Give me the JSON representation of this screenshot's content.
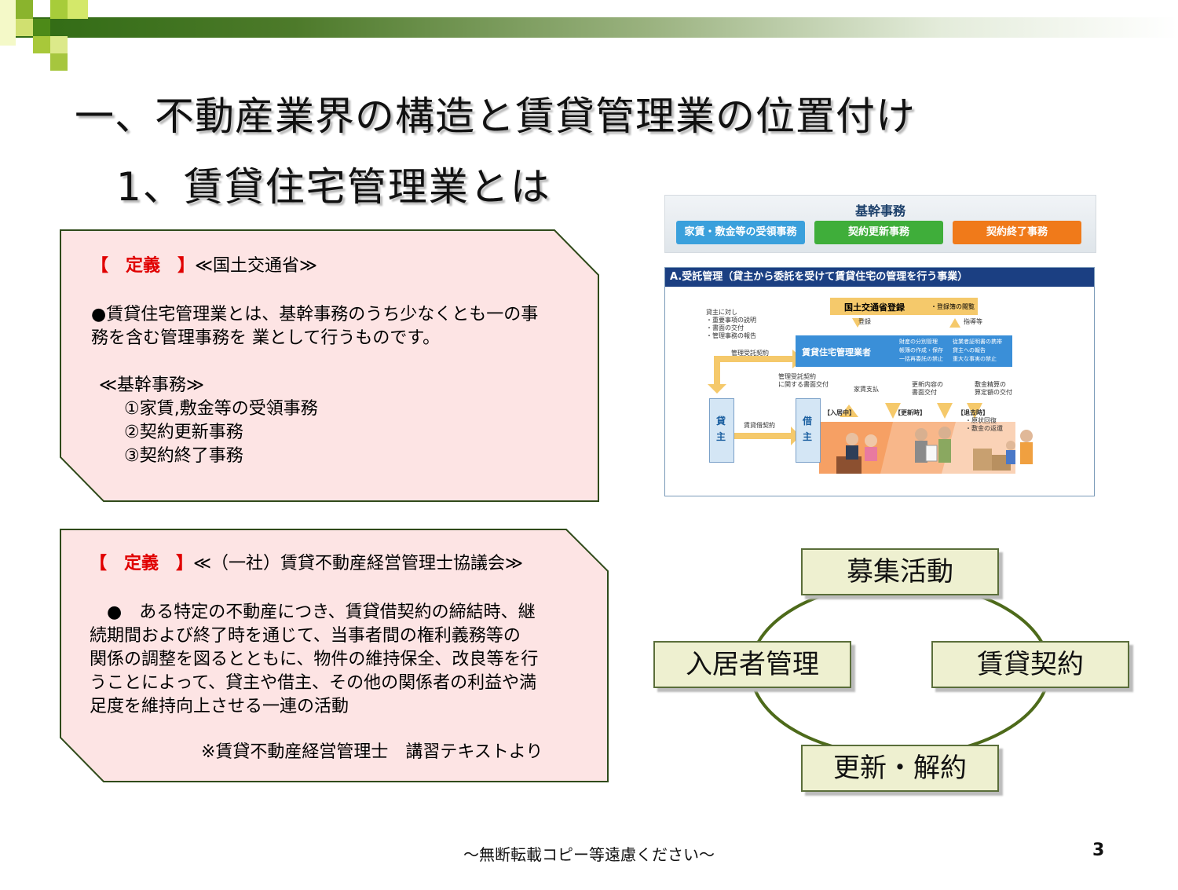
{
  "header": {
    "title": "一、不動産業界の構造と賃貸管理業の位置付け",
    "subtitle": "1、賃貸住宅管理業とは"
  },
  "definition1": {
    "tag": "【　定義　】",
    "source": "≪国土交通省≫",
    "lines": [
      "●賃貸住宅管理業とは、基幹事務のうち少なくとも一の事",
      "務を含む管理事務を 業として行うものです。"
    ],
    "kikan_heading": "≪基幹事務≫",
    "kikan_items": [
      "①家賃,敷金等の受領事務",
      "②契約更新事務",
      "③契約終了事務"
    ]
  },
  "definition2": {
    "tag": "【　定義　】",
    "source": "≪（一社）賃貸不動産経営管理士協議会≫",
    "lines": [
      "　●　ある特定の不動産につき、賃貸借契約の締結時、継",
      "続期間および終了時を通じて、当事者間の権利義務等の",
      "関係の調整を図るとともに、物件の維持保全、改良等を行",
      "うことによって、貸主や借主、その他の関係者の利益や満",
      "足度を維持向上させる一連の活動"
    ],
    "note": "※賃貸不動産経営管理士　講習テキストより"
  },
  "illustration": {
    "kikan_title": "基幹事務",
    "buttons": [
      {
        "label": "家賃・敷金等の受領事務",
        "color": "#3aa0dc"
      },
      {
        "label": "契約更新事務",
        "color": "#3fae3a"
      },
      {
        "label": "契約終了事務",
        "color": "#f07a1a"
      }
    ],
    "flow_title": "A.受託管理（貸主から委託を受けて賃貸住宅の管理を行う事業）",
    "registration": "国土交通省登録",
    "registration_note": "・登録簿の閲覧",
    "registration_left": "登録",
    "registration_right": "指導等",
    "manager": "賃貸住宅管理業者",
    "manager_duties_left": [
      "財産の分別管理",
      "帳簿の作成・保存",
      "一括再委託の禁止"
    ],
    "manager_duties_right": [
      "従業者証明書の携帯",
      "貸主への報告",
      "重大な事実の禁止"
    ],
    "owner_notes": [
      "貸主に対し",
      "・重要事項の説明",
      "・書面の交付",
      "・管理事務の報告"
    ],
    "contract_label": "管理受託契約",
    "lease_label": "賃貸借契約",
    "owner": "貸主",
    "tenant": "借主",
    "tenant_docs": [
      "管理受託契約",
      "に関する書面交付"
    ],
    "rent_payment": "家賃支払",
    "renewal_docs": [
      "更新内容の",
      "書面交付"
    ],
    "deposit_docs": [
      "敷金精算の",
      "算定額の交付"
    ],
    "stages": [
      "【入居中】",
      "【更新時】",
      "【退去時】"
    ],
    "exit_items": [
      "・原状回復",
      "・敷金の返還"
    ]
  },
  "cycle": {
    "top": "募集活動",
    "left": "入居者管理",
    "right": "賃貸契約",
    "bottom": "更新・解約"
  },
  "footer": {
    "text": "～無断転載コピー等遠慮ください～",
    "page": "3"
  },
  "colors": {
    "box_fill": "#fde4e4",
    "box_border": "#2f4a1a",
    "accent_red": "#e00000",
    "cycle_fill": "#eef0d0",
    "cycle_line": "#4d6a1a"
  }
}
